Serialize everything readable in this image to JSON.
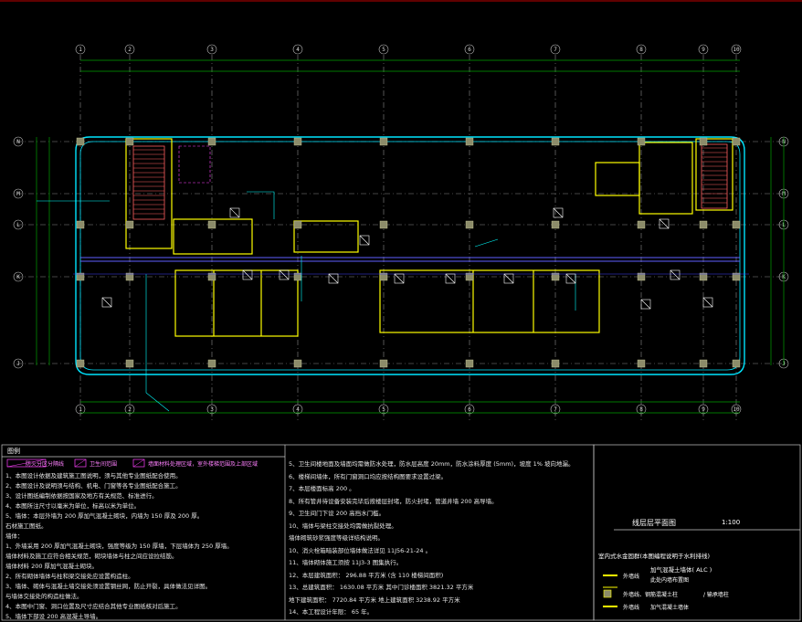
{
  "title_block": {
    "drawing_title": "线层层平面图",
    "scale": "1:100",
    "legend_heading": "室内式水金固群(本图编程说明于水利排线)",
    "legend_items": [
      {
        "label": "外墙线",
        "text": "加气混凝土墙体( ALC )"
      },
      {
        "label": "",
        "text": "此处内墙布置图"
      },
      {
        "label": "外墙线、钢筋混凝土柱",
        "text": "/ 输承墙柱"
      },
      {
        "label": "外墙线",
        "text": "加气混凝土墙体"
      }
    ]
  },
  "legend_top": {
    "heading": "图例",
    "items": [
      "防火分区分隔线",
      "卫生间范围",
      "墙面材料处理区域，室外楼梯范围及上部区域"
    ]
  },
  "notes_left": [
    "1、本图设计依据及建筑施工图说明，须与其他专业图纸配合使用。",
    "2、本图设计及说明须与结构、机电、门窗等各专业图纸配合施工。",
    "3、设计图纸编制依据按国家及地方有关规范、标准进行。",
    "4、本图所注尺寸以毫米为单位，标高以米为单位。",
    "5、墙体：本层外墙为 200 厚加气混凝土砌块，内墙为 150 厚及 200 厚。",
    "石材施工图纸。",
    "墙体：",
    "1、外墙采用 200 厚加气混凝土砌块，强度等级为 150 厚墙，下层墙体为 250 厚墙。",
    "  墙体材料及施工应符合相关规范，砌块墙体与柱之间应设拉结筋。",
    "  墙体材料 200 厚加气混凝土砌块。",
    "2、所有砌体墙体与柱和梁交接处应设置构造柱。",
    "3、墙体、砌体与混凝土墙交接处须设置钢丝网，防止开裂，具体做法见详图。",
    "  与墙体交接处的构造柱做法。",
    "4、本图中门窗、洞口位置及尺寸应结合其他专业图纸核对后施工。",
    "5、墙体下部设 200 高混凝土导墙。"
  ],
  "notes_right": [
    "5、卫生间楼地面及墙面均需做防水处理，防水层高度 20mm，防水涂料厚度 (5mm)，坡度 1% 坡向地漏。",
    "6、楼梯间墙体，所有门窗洞口均应按结构图要求设置过梁。",
    "7、本层楼面标高 200 。",
    "8、所有管井待设备安装完毕后按楼层封堵，防火封堵，管道井墙 200 高导墙。",
    "9、卫生间门下设 200 高挡水门槛。",
    "10、墙体与梁柱交接处均需做抗裂处理。",
    "   墙体砌筑砂浆强度等级详结构说明。",
    "10、消火栓箱暗装部位墙体做法详见 11J56-21-24 。",
    "11、墙体砌体施工须按 11J3-3 图集执行。",
    "12、本层建筑面积： 296.88 平方米  (含 110 楼梯间面积)",
    "13、总建筑面积： 1630.08 平方米  其中门诊楼面积 3821.32 平方米",
    "   地下建筑面积： 7720.84 平方米  地上建筑面积 3238.92 平方米",
    "14、本工程设计年限： 65 年。"
  ],
  "axis_labels": {
    "columns": [
      "1",
      "2",
      "3",
      "4",
      "5",
      "6",
      "7",
      "8",
      "9",
      "10"
    ],
    "rows": [
      "N",
      "M",
      "L",
      "K",
      "J"
    ]
  },
  "colors": {
    "background": "#000000",
    "wall_cyan": "#00ffff",
    "wall_yellow": "#ffff00",
    "dimension_green": "#00a000",
    "axis_gray": "#9a9a9a",
    "magenta": "#ff00ff",
    "white": "#ffffff",
    "blue": "#4060ff"
  }
}
